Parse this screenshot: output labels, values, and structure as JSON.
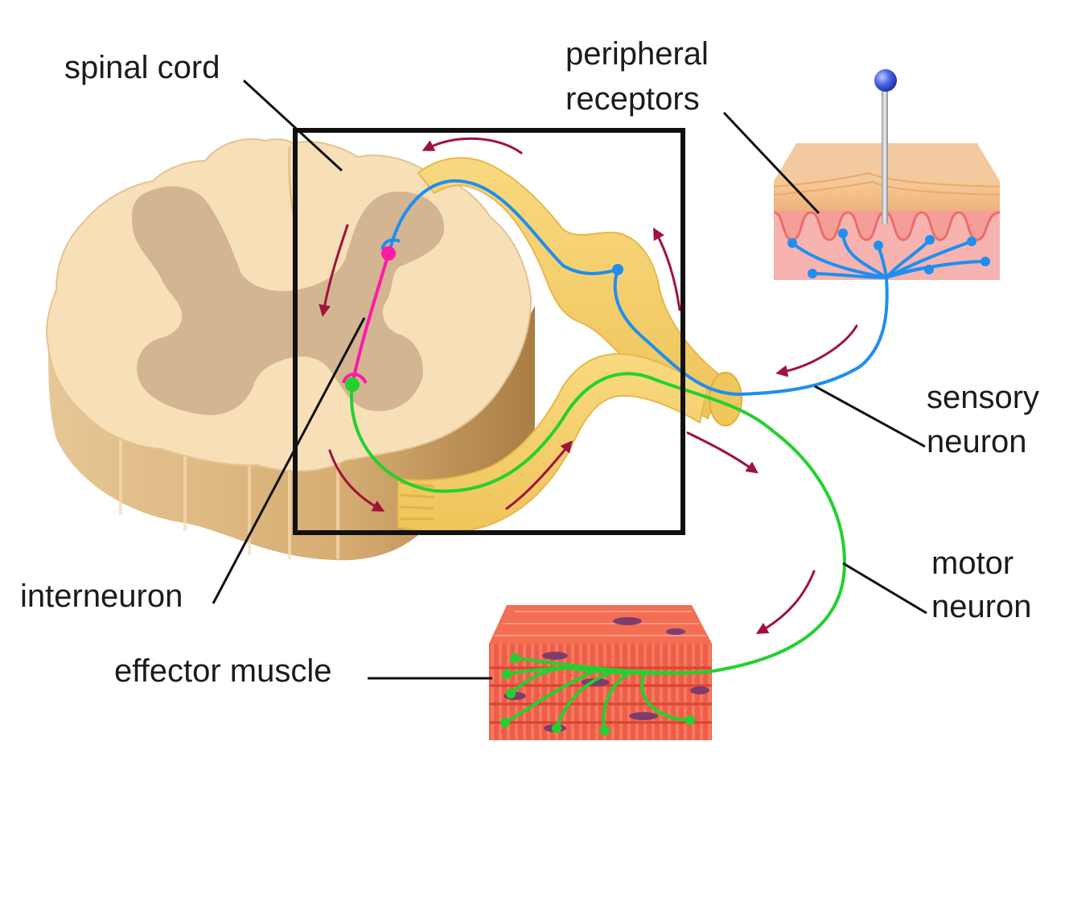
{
  "labels": {
    "spinal_cord": "spinal cord",
    "peripheral_line1": "peripheral",
    "peripheral_line2": "receptors",
    "sensory_line1": "sensory",
    "sensory_line2": "neuron",
    "motor_line1": "motor",
    "motor_line2": "neuron",
    "interneuron": "interneuron",
    "effector_muscle": "effector muscle"
  },
  "colors": {
    "sensory_neuron": "#1e8ff0",
    "motor_neuron": "#22d12e",
    "interneuron": "#ff1aa8",
    "arrow": "#a0123e",
    "white_matter": "#f7dfb8",
    "gray_matter": "#d4b592",
    "nerve": "#f5cf6f",
    "skin_dermis": "#f6b3b0",
    "skin_epidermis": "#f2c48e",
    "muscle": "#ef5d46",
    "pin_head": "#3f57e0",
    "outline": "#111111"
  },
  "icons": {
    "pin": "pin-icon"
  }
}
